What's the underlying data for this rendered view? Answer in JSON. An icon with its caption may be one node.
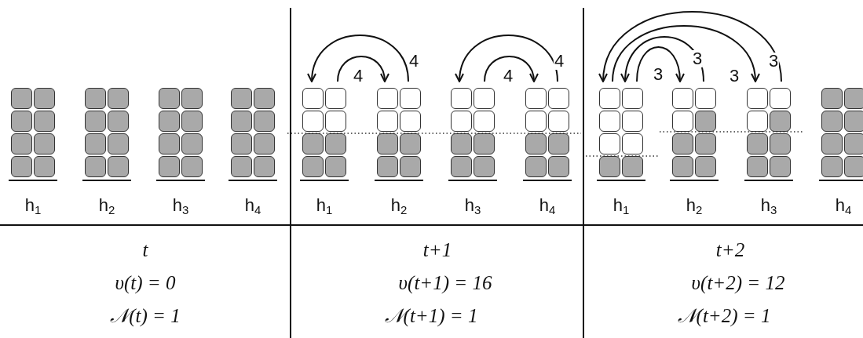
{
  "diagram": {
    "nodes": [
      {
        "text": [
          "h$_{1}$"
        ]
      },
      {
        "text": [
          "h$_{2}$"
        ]
      },
      {
        "text": [
          "h$_{3}$"
        ]
      },
      {
        "text": [
          "h$_{4}$"
        ]
      },
      {
        "text": [
          "h$_{1}$"
        ]
      },
      {
        "text": [
          "h$_{2}$"
        ]
      },
      {
        "text": [
          "h$_{3}$"
        ]
      },
      {
        "text": [
          "h$_{4}$"
        ]
      },
      {
        "text": [
          "h$_{1}$"
        ]
      },
      {
        "text": [
          "h$_{2}$"
        ]
      },
      {
        "text": [
          "h$_{3}$"
        ]
      },
      {
        "text": [
          "h$_{4}$"
        ]
      }
    ],
    "edges": [
      {
        "from": 4,
        "to": 5,
        "arrow": "to",
        "label": "4"
      },
      {
        "from": 5,
        "to": 4,
        "arrow": "to",
        "label": "4"
      },
      {
        "from": 6,
        "to": 7,
        "arrow": "to",
        "label": "4"
      },
      {
        "from": 7,
        "to": 6,
        "arrow": "to",
        "label": "4"
      },
      {
        "from": 8,
        "to": 9,
        "arrow": "to",
        "label": "3"
      },
      {
        "from": 9,
        "to": 8,
        "arrow": "to",
        "label": "3"
      },
      {
        "from": 8,
        "to": 10,
        "arrow": "to",
        "label": "3"
      },
      {
        "from": 10,
        "to": 8,
        "arrow": "to",
        "label": "3"
      }
    ],
    "labels": [
      "t",
      "t+1",
      "t+2",
      "υ(t) = 0",
      "υ(t+1) = 16",
      "υ(t+2) = 12",
      "𝒩(t) = 1",
      "𝒩(t+1) = 1",
      "𝒩(t+2) = 1"
    ]
  }
}
